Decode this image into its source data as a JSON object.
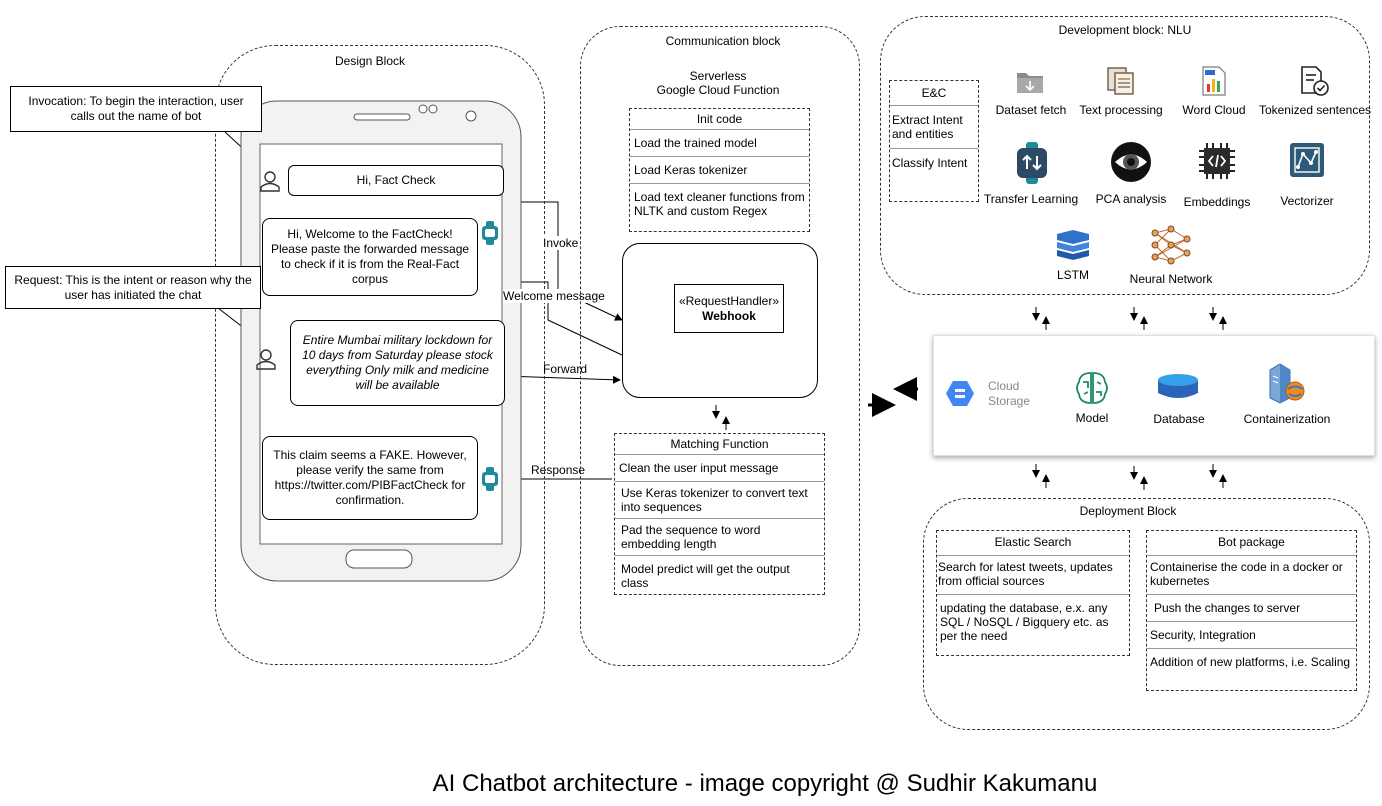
{
  "caption": "AI Chatbot architecture - image copyright @ Sudhir Kakumanu",
  "design_block": {
    "title": "Design Block",
    "callout_invocation": "Invocation: To begin the interaction, user calls out the name of bot",
    "callout_request": "Request: This is the intent or reason why the user has initiated the chat",
    "msg_user_1": "Hi, Fact Check",
    "msg_bot_1": "Hi, Welcome to the FactCheck! Please paste the forwarded message to check if it is from the Real-Fact corpus",
    "msg_user_2": "Entire Mumbai military lockdown for 10 days from Saturday please stock everything Only milk and medicine will be available",
    "msg_bot_2": "This claim seems a FAKE.  However, please verify the same from https://twitter.com/PIBFactCheck for confirmation."
  },
  "edges": {
    "invoke": "Invoke",
    "welcome": "Welcome message",
    "forward": "Forward",
    "response": "Response"
  },
  "communication_block": {
    "title": "Communication block",
    "subtitle_1": "Serverless",
    "subtitle_2": "Google Cloud Function",
    "init_code": {
      "header": "Init code",
      "rows": [
        "Load the trained model",
        "Load Keras tokenizer",
        "Load text cleaner functions from NLTK and custom Regex"
      ]
    },
    "webhook_stereotype": "«RequestHandler»",
    "webhook_name": "Webhook",
    "matching_function": {
      "header": "Matching Function",
      "rows": [
        "Clean the user input message",
        "Use Keras tokenizer to convert text into sequences",
        "Pad the sequence to word embedding length",
        "Model predict will get the output class"
      ]
    }
  },
  "development_block": {
    "title": "Development block: NLU",
    "ec": {
      "header": "E&C",
      "rows": [
        "Extract Intent and entities",
        "Classify Intent"
      ]
    },
    "icons": [
      {
        "name": "folder-icon",
        "label": "Dataset fetch"
      },
      {
        "name": "document-icon",
        "label": "Text processing"
      },
      {
        "name": "chart-file-icon",
        "label": "Word Cloud"
      },
      {
        "name": "checked-document-icon",
        "label": "Tokenized sentences"
      },
      {
        "name": "transfer-icon",
        "label": "Transfer Learning"
      },
      {
        "name": "eye-brain-icon",
        "label": "PCA analysis"
      },
      {
        "name": "chip-icon",
        "label": "Embeddings"
      },
      {
        "name": "vector-icon",
        "label": "Vectorizer"
      },
      {
        "name": "stack-icon",
        "label": "LSTM"
      },
      {
        "name": "neural-network-icon",
        "label": "Neural Network"
      }
    ]
  },
  "storage_block": {
    "cloud_storage": "Cloud Storage",
    "model": "Model",
    "database": "Database",
    "containerization": "Containerization"
  },
  "deployment_block": {
    "title": "Deployment Block",
    "elastic": {
      "header": "Elastic Search",
      "rows": [
        "Search for latest tweets, updates from official sources",
        "updating the database, e.x. any SQL / NoSQL / Bigquery etc. as per the need"
      ]
    },
    "bot_package": {
      "header": "Bot package",
      "rows": [
        "Containerise the code in a docker or kubernetes",
        "Push the changes to server",
        "Security, Integration",
        "Addition of new platforms, i.e. Scaling"
      ]
    }
  },
  "colors": {
    "teal": "#1e8a9a",
    "google_blue": "#4285f4",
    "storage_text": "#888888"
  }
}
